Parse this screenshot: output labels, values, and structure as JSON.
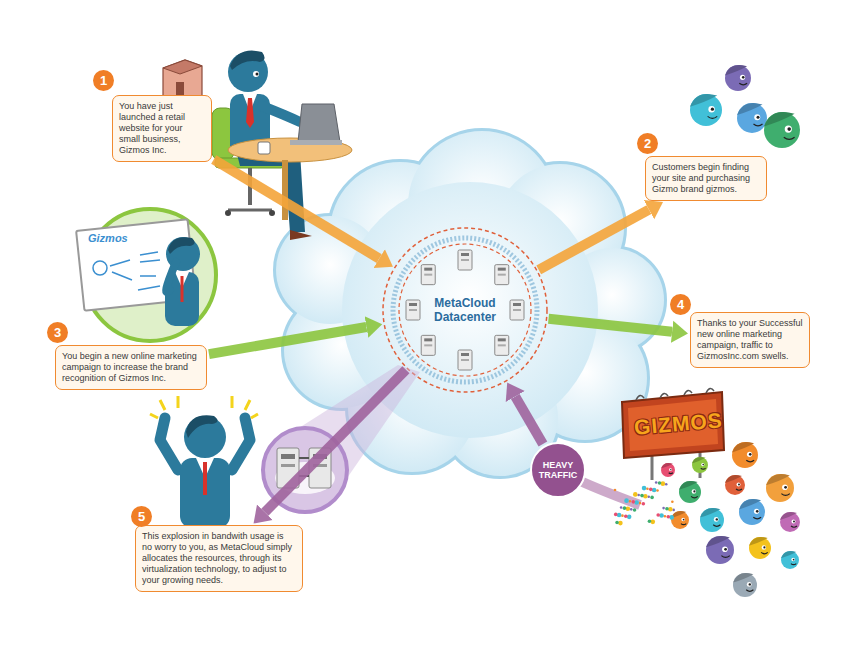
{
  "diagram": {
    "nodes": [
      {
        "text": [
          "You have just launched a retail website for your small business, Gizmos Inc."
        ]
      },
      {
        "text": [
          "Customers begin finding your site and purchasing Gizmo brand gizmos."
        ]
      },
      {
        "text": [
          "MetaCloud Datacenter"
        ]
      },
      {
        "text": [
          "You begin a new online marketing campaign to increase the brand recognition of Gizmos Inc."
        ]
      },
      {
        "text": [
          "Thanks to your Successful new online marketing campaign, traffic to GizmosInc.com swells."
        ]
      },
      {
        "text": [
          "This explosion in bandwith usage is no worry to you, as MetaCloud simply allocates the resources, through its virtualization technology, to adjust to your growing needs."
        ]
      },
      {
        "text": [
          "HEAVY TRAFFIC"
        ]
      }
    ],
    "edges": [
      {
        "from": 0,
        "to": 2,
        "arrow": "to"
      },
      {
        "from": 2,
        "to": 1,
        "arrow": "to"
      },
      {
        "from": 3,
        "to": 2,
        "arrow": "to"
      },
      {
        "from": 2,
        "to": 4,
        "arrow": "to"
      },
      {
        "from": 2,
        "to": 5,
        "arrow": "to"
      },
      {
        "from": 6,
        "to": 2,
        "arrow": "to"
      }
    ],
    "labels": [
      "1",
      "2",
      "3",
      "4",
      "5",
      "Gizmos",
      "GIZMOS"
    ]
  }
}
